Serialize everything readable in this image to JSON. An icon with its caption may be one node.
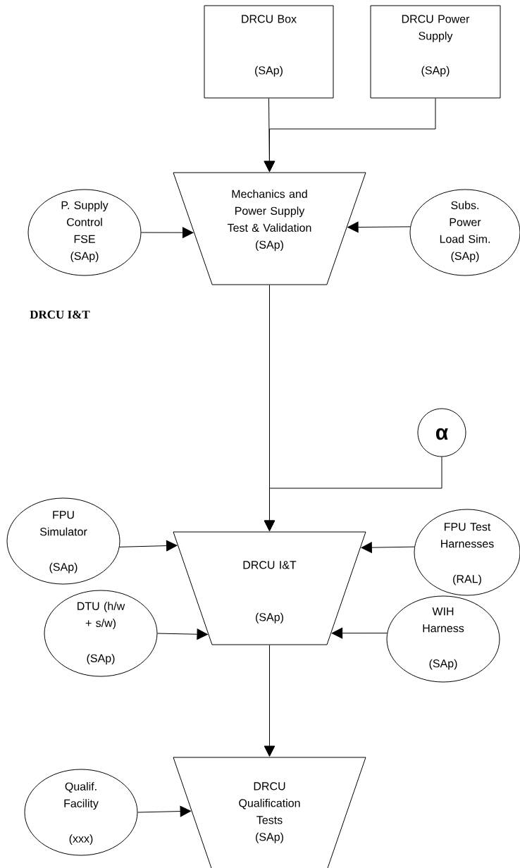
{
  "diagram": {
    "nodes": [
      {
        "text": [
          "DRCU Box",
          "(SAp)"
        ]
      },
      {
        "text": [
          "DRCU Power Supply",
          "(SAp)"
        ]
      },
      {
        "text": [
          "Mechanics and Power Supply Test & Validation",
          "(SAp)"
        ]
      },
      {
        "text": [
          "P. Supply Control FSE",
          "(SAp)"
        ]
      },
      {
        "text": [
          "Subs. Power Load Sim.",
          "(SAp)"
        ]
      },
      {
        "text": [
          "α"
        ]
      },
      {
        "text": [
          "DRCU I&T",
          "(SAp)"
        ]
      },
      {
        "text": [
          "FPU Simulator",
          "(SAp)"
        ]
      },
      {
        "text": [
          "FPU Test Harnesses",
          "(RAL)"
        ]
      },
      {
        "text": [
          "DTU (h/w + s/w)",
          "(SAp)"
        ]
      },
      {
        "text": [
          "WIH Harness",
          "(SAp)"
        ]
      },
      {
        "text": [
          "DRCU Qualification Tests",
          "(SAp)"
        ]
      },
      {
        "text": [
          "Qualif. Facility",
          "(xxx)"
        ]
      }
    ],
    "edges": [
      {
        "from": 0,
        "to": 2,
        "arrow": "to"
      },
      {
        "from": 1,
        "to": 2,
        "arrow": "to"
      },
      {
        "from": 3,
        "to": 2,
        "arrow": "to"
      },
      {
        "from": 4,
        "to": 2,
        "arrow": "to"
      },
      {
        "from": 2,
        "to": 6,
        "arrow": "to"
      },
      {
        "from": 5,
        "to": 6,
        "arrow": "to"
      },
      {
        "from": 7,
        "to": 6,
        "arrow": "to"
      },
      {
        "from": 8,
        "to": 6,
        "arrow": "to"
      },
      {
        "from": 9,
        "to": 6,
        "arrow": "to"
      },
      {
        "from": 10,
        "to": 6,
        "arrow": "to"
      },
      {
        "from": 6,
        "to": 11,
        "arrow": "to"
      },
      {
        "from": 12,
        "to": 11,
        "arrow": "to"
      }
    ],
    "labels": [
      "DRCU I&T"
    ]
  }
}
